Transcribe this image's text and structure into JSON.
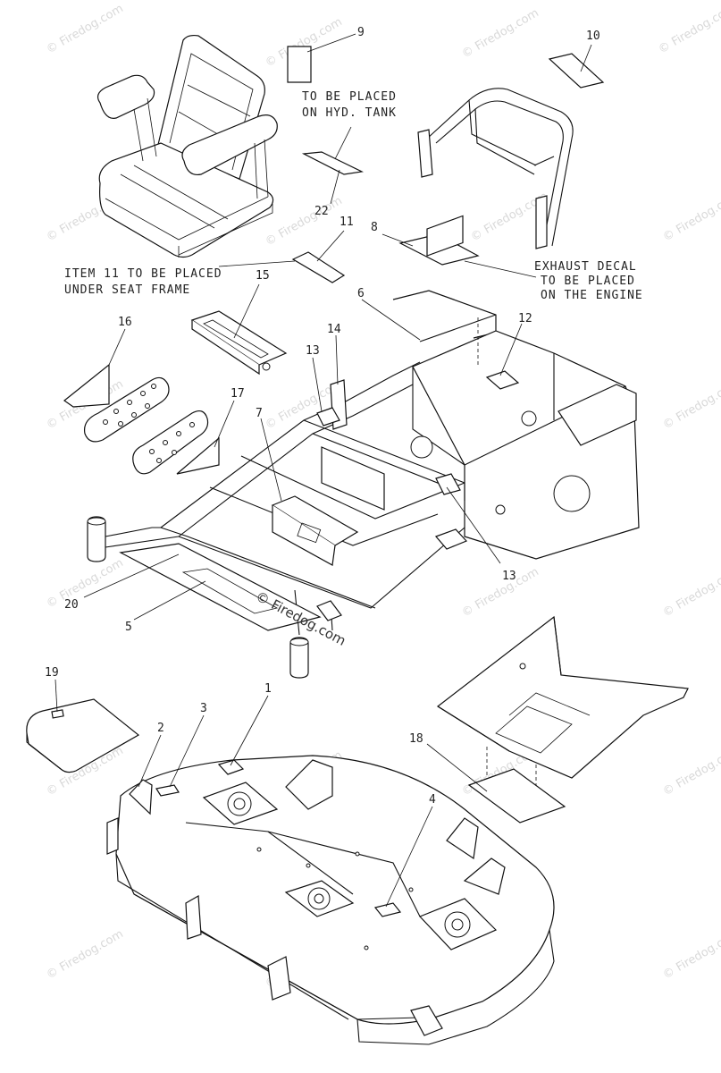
{
  "callouts": {
    "c1": "1",
    "c2": "2",
    "c3": "3",
    "c4": "4",
    "c5": "5",
    "c6": "6",
    "c7": "7",
    "c8": "8",
    "c9": "9",
    "c10": "10",
    "c11": "11",
    "c12": "12",
    "c13a": "13",
    "c13b": "13",
    "c14": "14",
    "c15": "15",
    "c16": "16",
    "c17": "17",
    "c18": "18",
    "c19": "19",
    "c20": "20",
    "c22": "22"
  },
  "notes": {
    "hyd_line1": "TO BE PLACED",
    "hyd_line2": "ON HYD. TANK",
    "seat_line1": "ITEM 11 TO BE PLACED",
    "seat_line2": "UNDER SEAT FRAME",
    "exhaust_line1": "EXHAUST DECAL",
    "exhaust_line2": "TO BE PLACED",
    "exhaust_line3": "ON THE ENGINE"
  },
  "watermark": {
    "main": "© Firedog.com",
    "repeat": "© Firedog.com"
  }
}
